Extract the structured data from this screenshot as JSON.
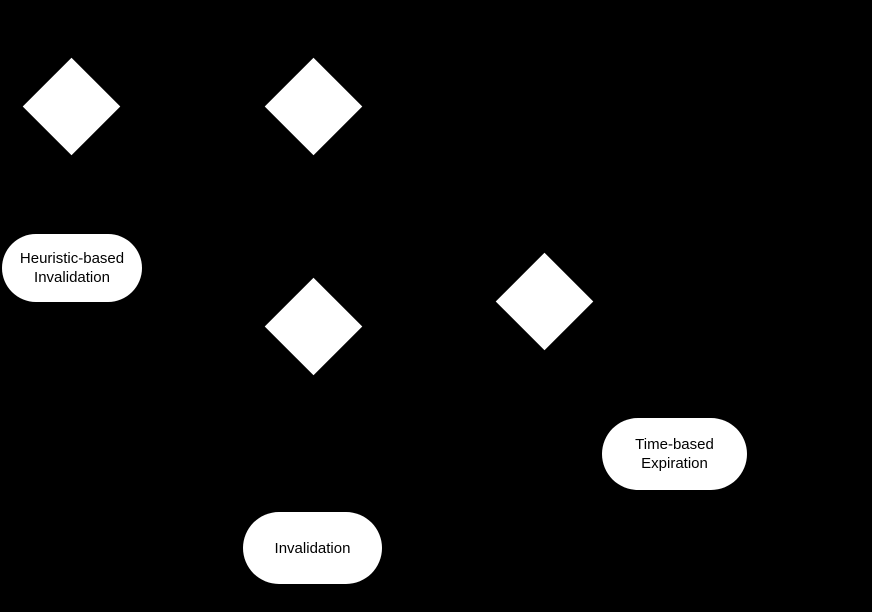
{
  "diagram": {
    "type": "flowchart",
    "colors": {
      "background": "#000000",
      "node_fill": "#ffffff",
      "label_color": "#000000"
    },
    "decisions": [
      {
        "name": "decision-node-1",
        "label": ""
      },
      {
        "name": "decision-node-2",
        "label": ""
      },
      {
        "name": "decision-node-3",
        "label": ""
      },
      {
        "name": "decision-node-4",
        "label": ""
      }
    ],
    "terminals": [
      {
        "label": "Heuristic-based\nInvalidation"
      },
      {
        "label": "Invalidation"
      },
      {
        "label": "Time-based\nExpiration"
      }
    ]
  }
}
